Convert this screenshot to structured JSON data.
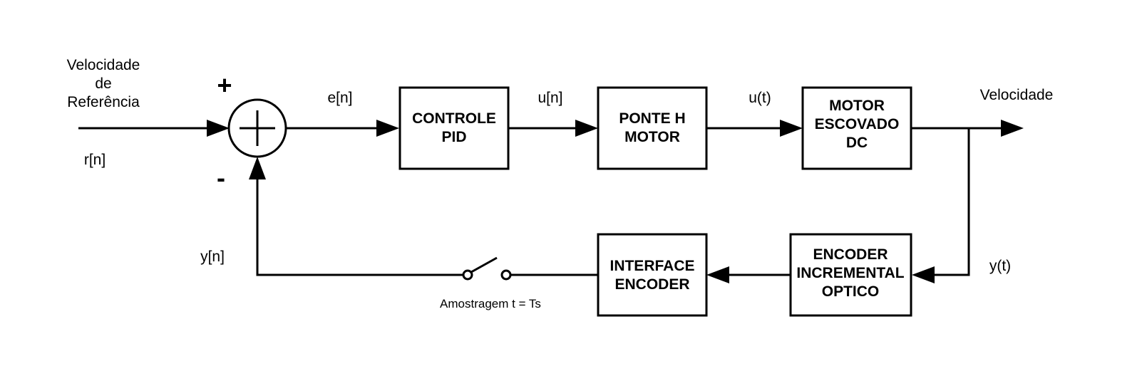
{
  "input": {
    "label_lines": [
      "Velocidade",
      "de",
      "Referência"
    ],
    "signal": "r[n]"
  },
  "summer": {
    "plus": "+",
    "minus": "-"
  },
  "signals": {
    "error": "e[n]",
    "control": "u[n]",
    "voltage": "u(t)",
    "output": "Velocidade",
    "measured": "y(t)",
    "feedback": "y[n]"
  },
  "blocks": {
    "pid": [
      "CONTROLE",
      "PID"
    ],
    "bridge": [
      "PONTE H",
      "MOTOR"
    ],
    "motor": [
      "MOTOR",
      "ESCOVADO",
      "DC"
    ],
    "encoder": [
      "ENCODER",
      "INCREMENTAL",
      "OPTICO"
    ],
    "interface": [
      "INTERFACE",
      "ENCODER"
    ]
  },
  "sampler": {
    "label": "Amostragem t = Ts"
  }
}
